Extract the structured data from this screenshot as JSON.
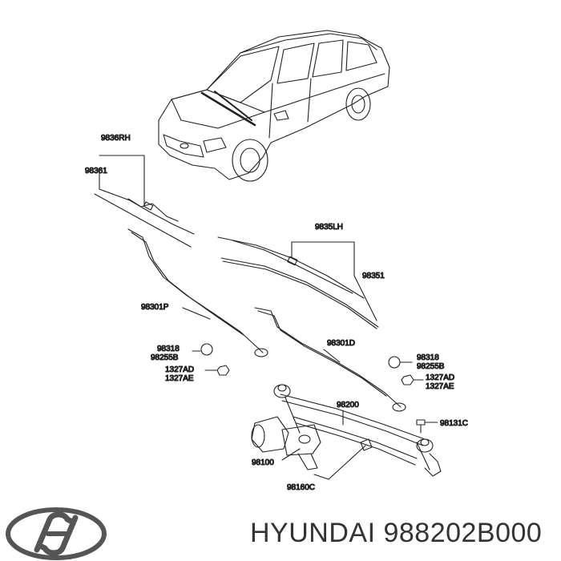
{
  "diagram": {
    "callouts": {
      "p9836rh": "9836RH",
      "p98361": "98361",
      "p9835lh": "9835LH",
      "p98351": "98351",
      "p98301p": "98301P",
      "p98301d": "98301D",
      "l_98318": "98318",
      "l_98255b": "98255B",
      "l_1327ad": "1327AD",
      "l_1327ae": "1327AE",
      "r_98318": "98318",
      "r_98255b": "98255B",
      "r_1327ad": "1327AD",
      "r_1327ae": "1327AE",
      "p98200": "98200",
      "p98131c": "98131C",
      "p98100": "98100",
      "p98160c": "98160C"
    }
  },
  "footer": {
    "logo_icon": "hyundai-logo",
    "caption": "HYUNDAI 988202B000"
  },
  "colors": {
    "line": "#222222",
    "text": "#111111",
    "caption": "#333333",
    "logo": "#555555"
  }
}
